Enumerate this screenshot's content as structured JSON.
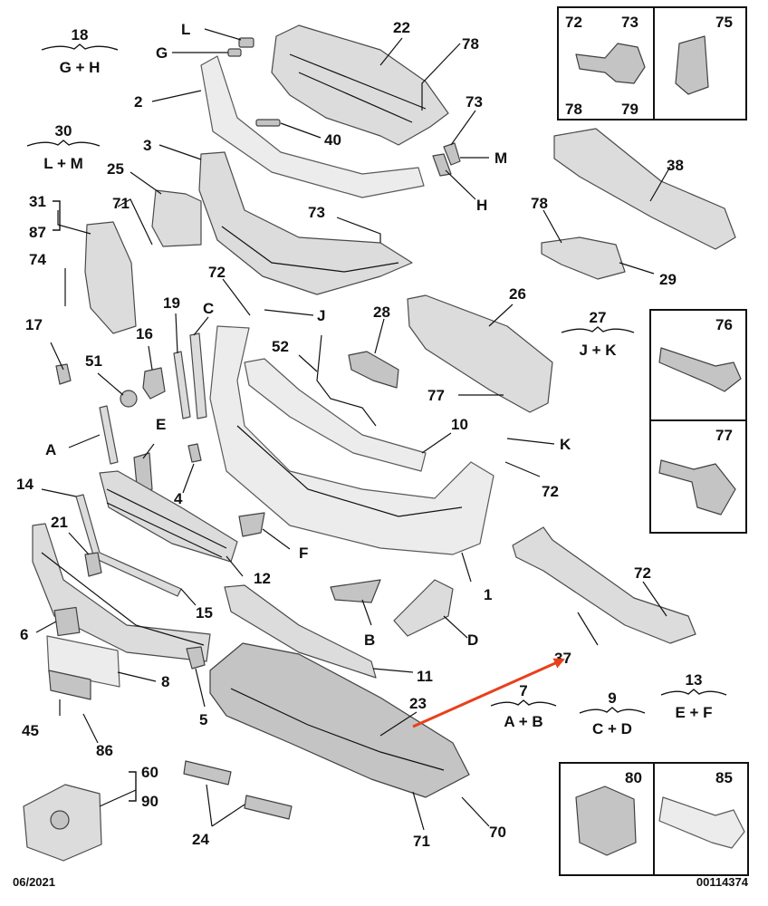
{
  "parts": [
    {
      "id": "p1",
      "label": "1"
    },
    {
      "id": "p2",
      "label": "2"
    },
    {
      "id": "p3",
      "label": "3"
    },
    {
      "id": "p4",
      "label": "4"
    },
    {
      "id": "p5",
      "label": "5"
    },
    {
      "id": "p6",
      "label": "6"
    },
    {
      "id": "p8",
      "label": "8"
    },
    {
      "id": "p10",
      "label": "10"
    },
    {
      "id": "p11",
      "label": "11"
    },
    {
      "id": "p12",
      "label": "12"
    },
    {
      "id": "p14",
      "label": "14"
    },
    {
      "id": "p15",
      "label": "15"
    },
    {
      "id": "p16",
      "label": "16"
    },
    {
      "id": "p17",
      "label": "17"
    },
    {
      "id": "p19",
      "label": "19"
    },
    {
      "id": "p21",
      "label": "21"
    },
    {
      "id": "p22",
      "label": "22"
    },
    {
      "id": "p23",
      "label": "23"
    },
    {
      "id": "p24",
      "label": "24"
    },
    {
      "id": "p25",
      "label": "25"
    },
    {
      "id": "p26",
      "label": "26"
    },
    {
      "id": "p28",
      "label": "28"
    },
    {
      "id": "p29",
      "label": "29"
    },
    {
      "id": "p31",
      "label": "31"
    },
    {
      "id": "p87",
      "label": "87"
    },
    {
      "id": "p37",
      "label": "37"
    },
    {
      "id": "p38",
      "label": "38"
    },
    {
      "id": "p40",
      "label": "40"
    },
    {
      "id": "p45",
      "label": "45"
    },
    {
      "id": "p51",
      "label": "51"
    },
    {
      "id": "p52",
      "label": "52"
    },
    {
      "id": "p60",
      "label": "60"
    },
    {
      "id": "p90",
      "label": "90"
    },
    {
      "id": "p70",
      "label": "70"
    },
    {
      "id": "p71a",
      "label": "71"
    },
    {
      "id": "p71b",
      "label": "71"
    },
    {
      "id": "p72a",
      "label": "72"
    },
    {
      "id": "p72b",
      "label": "72"
    },
    {
      "id": "p72c",
      "label": "72"
    },
    {
      "id": "p73a",
      "label": "73"
    },
    {
      "id": "p73b",
      "label": "73"
    },
    {
      "id": "p74",
      "label": "74"
    },
    {
      "id": "p77",
      "label": "77"
    },
    {
      "id": "p78a",
      "label": "78"
    },
    {
      "id": "p78b",
      "label": "78"
    },
    {
      "id": "p86",
      "label": "86"
    },
    {
      "id": "pL",
      "label": "L"
    },
    {
      "id": "pG",
      "label": "G"
    },
    {
      "id": "pM",
      "label": "M"
    },
    {
      "id": "pH",
      "label": "H"
    },
    {
      "id": "pJ",
      "label": "J"
    },
    {
      "id": "pK",
      "label": "K"
    },
    {
      "id": "pC",
      "label": "C"
    },
    {
      "id": "pA",
      "label": "A"
    },
    {
      "id": "pE",
      "label": "E"
    },
    {
      "id": "pF",
      "label": "F"
    },
    {
      "id": "pB",
      "label": "B"
    },
    {
      "id": "pD",
      "label": "D"
    }
  ],
  "groups": [
    {
      "id": "g18",
      "number": "18",
      "members": "G + H"
    },
    {
      "id": "g30",
      "number": "30",
      "members": "L + M"
    },
    {
      "id": "g27",
      "number": "27",
      "members": "J + K"
    },
    {
      "id": "g7",
      "number": "7",
      "members": "A + B"
    },
    {
      "id": "g9",
      "number": "9",
      "members": "C + D"
    },
    {
      "id": "g13",
      "number": "13",
      "members": "E + F"
    }
  ],
  "inset_boxes": [
    {
      "id": "box7273",
      "labels": [
        "72",
        "73",
        "78",
        "79"
      ]
    },
    {
      "id": "box75",
      "labels": [
        "75"
      ]
    },
    {
      "id": "box76",
      "labels": [
        "76"
      ]
    },
    {
      "id": "box77",
      "labels": [
        "77"
      ]
    },
    {
      "id": "box80",
      "labels": [
        "80"
      ]
    },
    {
      "id": "box85",
      "labels": [
        "85"
      ]
    }
  ],
  "footer": {
    "date": "06/2021",
    "reference": "00114374"
  },
  "colors": {
    "parts": "#dcdcdc",
    "outline": "#4a4a4a",
    "arrow": "#e8401c",
    "text": "#111111"
  }
}
